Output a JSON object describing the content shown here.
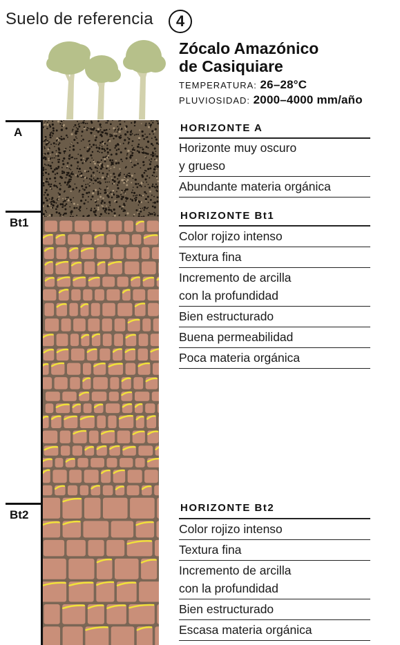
{
  "header": {
    "reference_label": "Suelo de referencia",
    "reference_number": "4",
    "soil_name_line1": "Zócalo Amazónico",
    "soil_name_line2": "de Casiquiare",
    "temperature_label": "TEMPERATURA:",
    "temperature_value": "26–28°C",
    "rainfall_label": "PLUVIOSIDAD:",
    "rainfall_value": "2000–4000 mm/año"
  },
  "colors": {
    "tree_canopy": "#b6c08a",
    "tree_trunk": "#d2d1ac",
    "horizon_a_fill": "#6b5c49",
    "clay_fill": "#c98f79",
    "matrix_brown": "#7a6655",
    "cutan_yellow": "#f1e23a"
  },
  "horizons": [
    {
      "label": "A",
      "heading": "HORIZONTE A",
      "features": [
        "Horizonte muy oscuro",
        "y grueso",
        "Abundante materia orgánica"
      ]
    },
    {
      "label": "Bt1",
      "heading": "HORIZONTE  Bt1",
      "features": [
        "Color rojizo intenso",
        "Textura fina",
        "Incremento de arcilla",
        "con la profundidad",
        "Bien estructurado",
        "Buena permeabilidad",
        "Poca materia orgánica"
      ]
    },
    {
      "label": "Bt2",
      "heading": "HORIZONTE  Bt2",
      "features": [
        "Color rojizo intenso",
        "Textura fina",
        "Incremento de arcilla",
        "con la profundidad",
        "Bien estructurado",
        "Escasa materia orgánica"
      ]
    }
  ]
}
